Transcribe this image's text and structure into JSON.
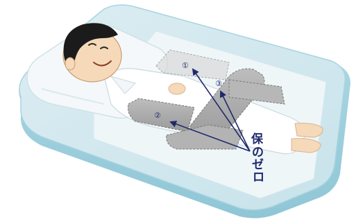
{
  "illustration": {
    "labels": {
      "marker_1": "①",
      "marker_2": "②",
      "marker_3": "③"
    },
    "caption": {
      "char_1": "保",
      "char_2": "の",
      "char_3": "ゼ",
      "char_4": "ロ"
    },
    "icons": {
      "mattress": "mattress-icon",
      "pillow": "pillow-icon",
      "patient": "patient-icon",
      "cushion": "positioning-cushion-icon",
      "arrow": "arrow-icon"
    },
    "colors": {
      "mattress_top": "#cfe7ee",
      "mattress_side": "#9fcfdd",
      "sheet": "#eef6f8",
      "cushion": "#a9a9a9",
      "cushion_edge": "#8a8a8a",
      "arrow": "#1f2a6b",
      "skin": "#f6d9b8",
      "hair": "#1b1b1b"
    }
  }
}
